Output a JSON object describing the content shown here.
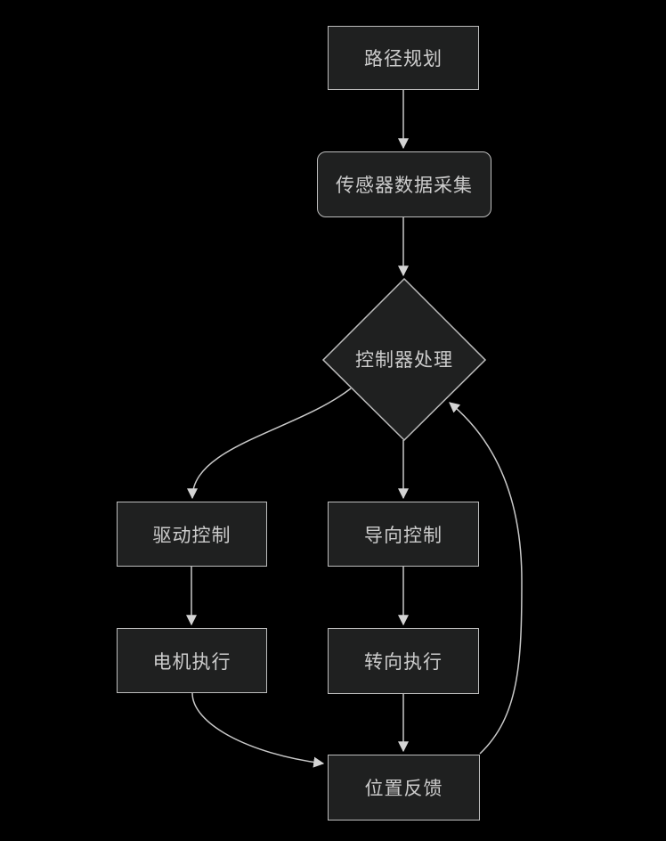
{
  "diagram": {
    "type": "flowchart",
    "direction": "top-down",
    "colors": {
      "background": "#000000",
      "node_fill": "#1f2020",
      "node_border": "#bdbdbd",
      "edge": "#c9c9c9",
      "arrowhead": "#d4d4d4",
      "text": "#cccccc"
    },
    "nodes": [
      {
        "id": "path-planning",
        "label": "路径规划",
        "shape": "rectangle"
      },
      {
        "id": "sensor-data-collection",
        "label": "传感器数据采集",
        "shape": "rounded-rectangle"
      },
      {
        "id": "controller-processing",
        "label": "控制器处理",
        "shape": "diamond"
      },
      {
        "id": "drive-control",
        "label": "驱动控制",
        "shape": "rectangle"
      },
      {
        "id": "guidance-control",
        "label": "导向控制",
        "shape": "rectangle"
      },
      {
        "id": "motor-execution",
        "label": "电机执行",
        "shape": "rectangle"
      },
      {
        "id": "steering-execution",
        "label": "转向执行",
        "shape": "rectangle"
      },
      {
        "id": "position-feedback",
        "label": "位置反馈",
        "shape": "rectangle"
      }
    ],
    "edges": [
      {
        "from": "路径规划",
        "to": "传感器数据采集"
      },
      {
        "from": "传感器数据采集",
        "to": "控制器处理"
      },
      {
        "from": "控制器处理",
        "to": "驱动控制"
      },
      {
        "from": "控制器处理",
        "to": "导向控制"
      },
      {
        "from": "驱动控制",
        "to": "电机执行"
      },
      {
        "from": "导向控制",
        "to": "转向执行"
      },
      {
        "from": "电机执行",
        "to": "位置反馈"
      },
      {
        "from": "转向执行",
        "to": "位置反馈"
      },
      {
        "from": "位置反馈",
        "to": "控制器处理"
      }
    ]
  }
}
